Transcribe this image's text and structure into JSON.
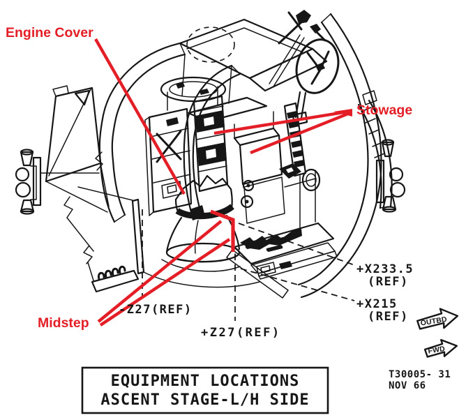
{
  "colors": {
    "annotation_red": "#e41e26",
    "line_black": "#161616",
    "background": "#ffffff"
  },
  "annotations": {
    "engine_cover": "Engine Cover",
    "stowage": "Stowage",
    "midstep": "Midstep"
  },
  "references": {
    "neg_z27": "-Z27(REF)",
    "pos_z27": "+Z27(REF)",
    "x2335": "+X233.5",
    "x2335_ref": "(REF)",
    "x215": "+X215",
    "x215_ref": "(REF)"
  },
  "direction_arrows": {
    "outbd": "OUTBD",
    "fwd": "FWD"
  },
  "title_block": {
    "line1": "EQUIPMENT LOCATIONS",
    "line2": "ASCENT STAGE-L/H SIDE"
  },
  "doc_ref": {
    "number": "T30005- 31",
    "date": "NOV 66"
  }
}
